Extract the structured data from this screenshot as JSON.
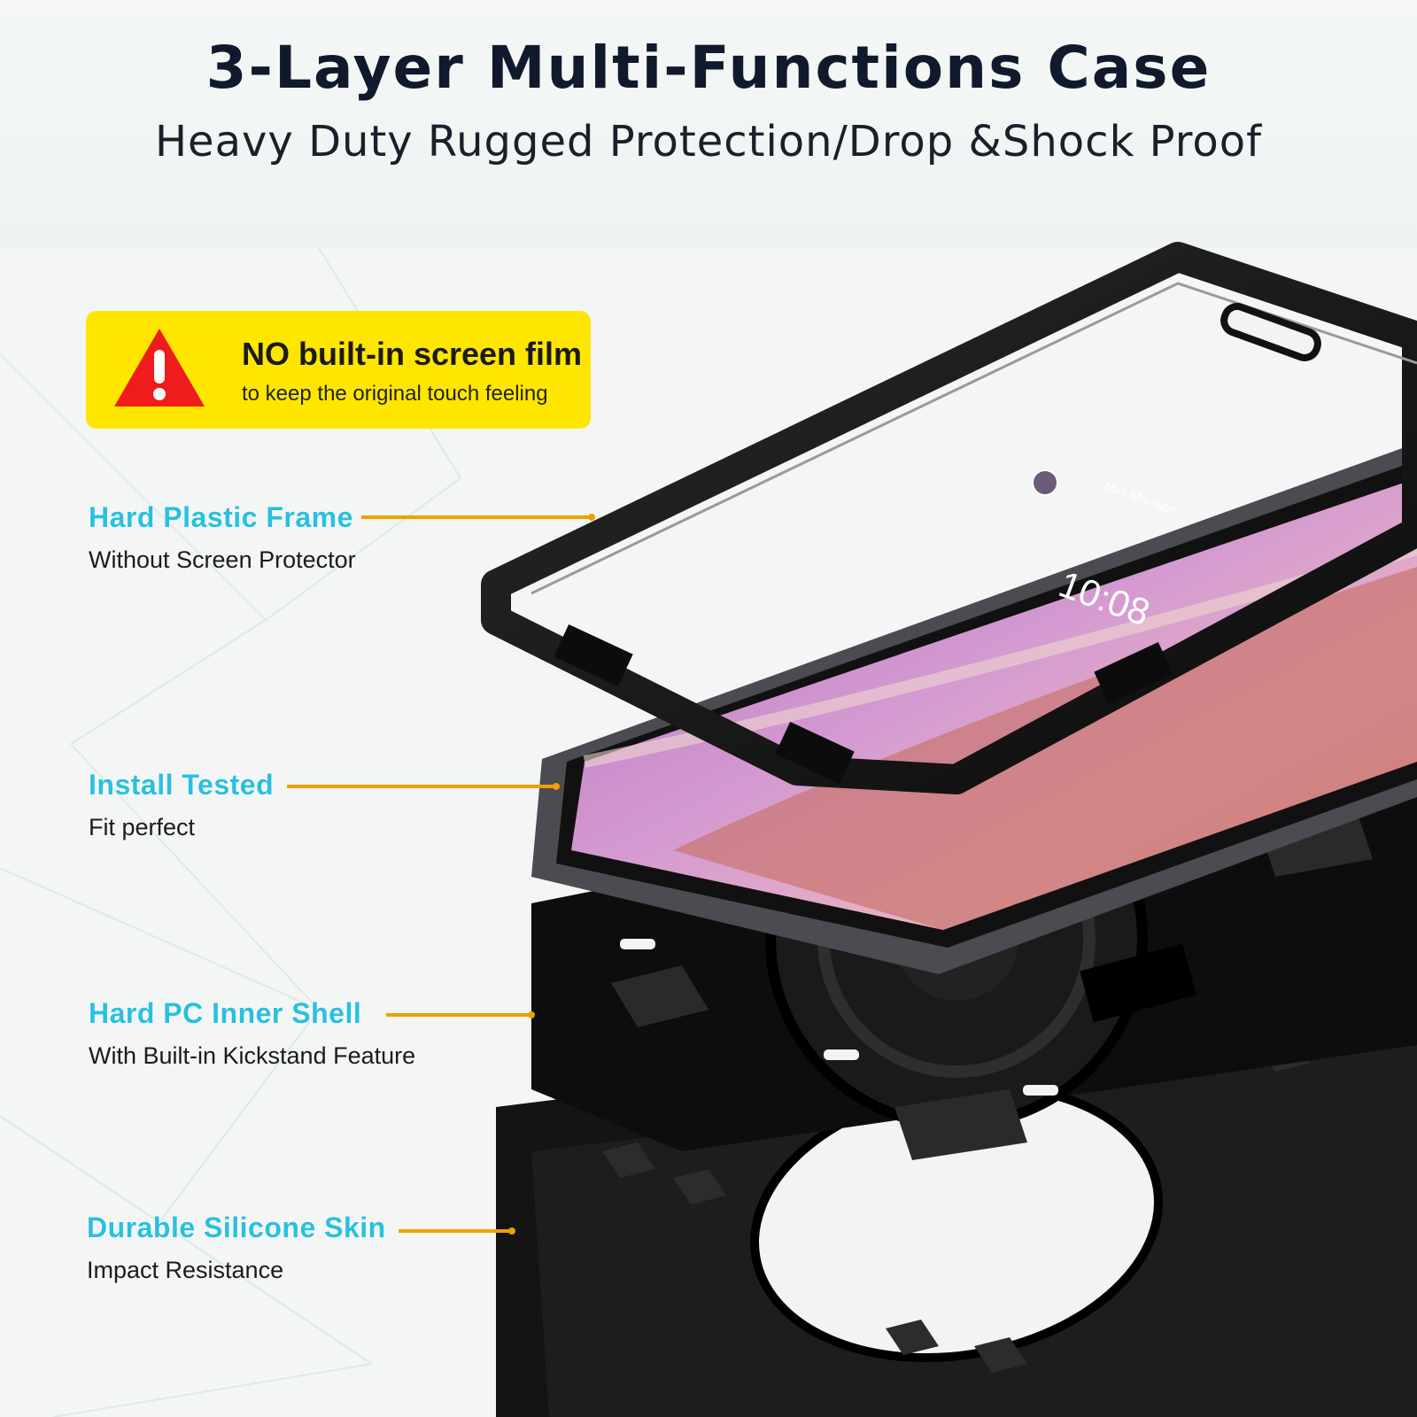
{
  "header": {
    "title": "3-Layer Multi-Functions Case",
    "subtitle": "Heavy Duty Rugged Protection/Drop &Shock Proof"
  },
  "warning": {
    "title": "NO built-in screen film",
    "subtitle": "to keep the original touch feeling",
    "icon": "warning-triangle-icon",
    "colors": {
      "background": "#ffe600",
      "icon": "#ee1c1c"
    }
  },
  "callouts": [
    {
      "title": "Hard Plastic Frame",
      "description": "Without Screen Protector"
    },
    {
      "title": "Install Tested",
      "description": "Fit perfect"
    },
    {
      "title": "Hard  PC Inner Shell",
      "description": "With Built-in Kickstand Feature"
    },
    {
      "title": "Durable Silicone Skin",
      "description": "Impact Resistance"
    }
  ],
  "tablet_screen": {
    "user_name": "Max Morrison",
    "time": "10:08"
  },
  "colors": {
    "callout_title": "#29c0e0",
    "leader_line": "#f0a000",
    "title_text": "#111a2c"
  }
}
